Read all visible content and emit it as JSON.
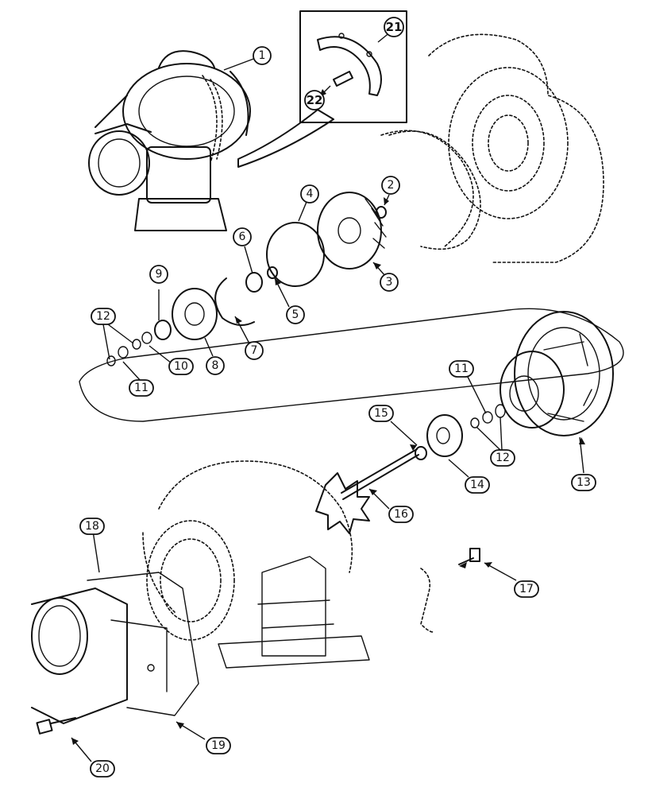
{
  "callouts": {
    "c1": "1",
    "c2": "2",
    "c3": "3",
    "c4": "4",
    "c5": "5",
    "c6": "6",
    "c7": "7",
    "c8": "8",
    "c9": "9",
    "c10": "10",
    "c11a": "11",
    "c11b": "11",
    "c12a": "12",
    "c12b": "12",
    "c13": "13",
    "c14": "14",
    "c15": "15",
    "c16": "16",
    "c17": "17",
    "c18": "18",
    "c19": "19",
    "c20": "20",
    "c21": "21",
    "c22": "22"
  }
}
